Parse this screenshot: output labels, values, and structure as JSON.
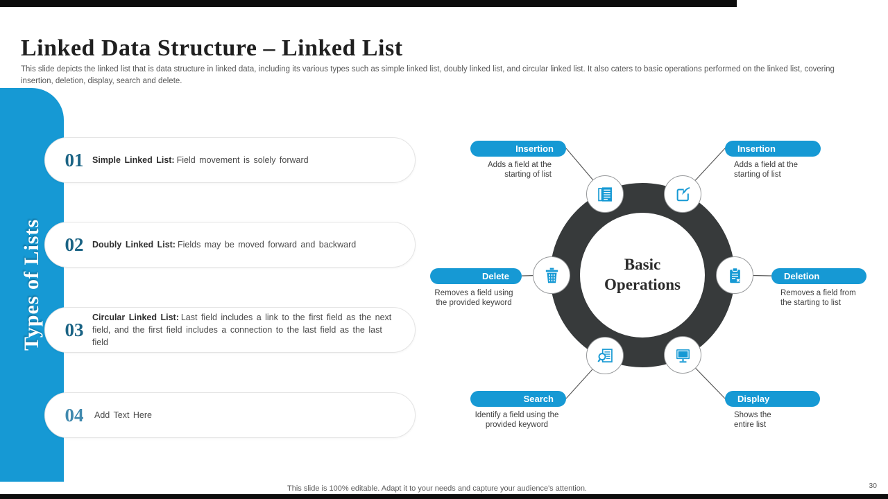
{
  "slide": {
    "title": "Linked Data Structure – Linked List",
    "subtitle": "This slide depicts the linked list that is data structure in linked data, including its various types such as simple linked list, doubly linked list, and circular linked list. It also caters to basic operations performed on the linked list, covering insertion, deletion, display, search and delete.",
    "footer": "This slide is 100% editable. Adapt it to your needs and capture your audience's attention.",
    "page_number": "30"
  },
  "sidebar": {
    "label": "Types of Lists"
  },
  "list_items": [
    {
      "number": "01",
      "term": "Simple Linked List:",
      "desc": "Field movement is solely forward"
    },
    {
      "number": "02",
      "term": "Doubly Linked List:",
      "desc": "Fields may be moved forward and backward"
    },
    {
      "number": "03",
      "term": "Circular Linked List:",
      "desc": "Last field includes a link to the first field as the next field, and the first field includes a connection to the last field as the last field"
    },
    {
      "number": "04",
      "term": "",
      "desc": "Add Text Here"
    }
  ],
  "diagram": {
    "center_label_line1": "Basic",
    "center_label_line2": "Operations",
    "operations": [
      {
        "label": "Insertion",
        "desc": "Adds a field at the starting of list",
        "icon": "document-icon"
      },
      {
        "label": "Insertion",
        "desc": "Adds a field at the starting of list",
        "icon": "insert-arrow-icon"
      },
      {
        "label": "Delete",
        "desc": "Removes a field using the provided keyword",
        "icon": "trash-icon"
      },
      {
        "label": "Deletion",
        "desc": "Removes a field from the starting to list",
        "icon": "clipboard-delete-icon"
      },
      {
        "label": "Search",
        "desc": "Identify a field using the provided keyword",
        "icon": "search-document-icon"
      },
      {
        "label": "Display",
        "desc": "Shows the entire list",
        "icon": "monitor-icon"
      }
    ]
  },
  "colors": {
    "accent_blue": "#1699d4",
    "donut_dark": "#373a3b",
    "number_teal": "#1a6384",
    "bar_black": "#0d0d0d"
  }
}
